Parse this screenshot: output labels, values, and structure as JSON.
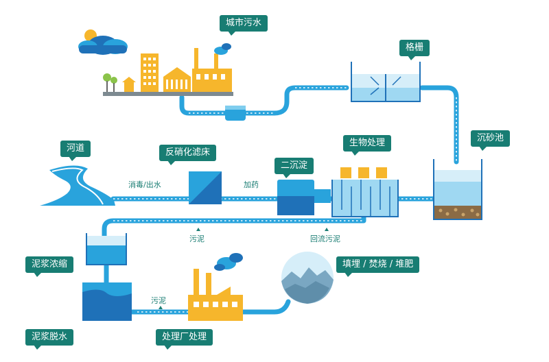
{
  "labels": {
    "city_sewage": "城市污水",
    "grating": "格栅",
    "grit_chamber": "沉砂池",
    "biological_treatment": "生物处理",
    "secondary_clarifier": "二沉淀",
    "denitrification_filter": "反硝化滤床",
    "river": "河道",
    "sludge_thickening": "泥浆浓缩",
    "sludge_dewatering": "泥浆脱水",
    "treatment_plant": "处理厂处理",
    "landfill_incineration_compost": "填埋 / 焚烧 / 堆肥"
  },
  "flow_labels": {
    "disinfect_discharge": "消毒/出水",
    "dosing": "加药",
    "sludge_top": "污泥",
    "return_sludge": "回流污泥",
    "sludge_bottom": "污泥"
  },
  "colors": {
    "pipe": "#29a3dc",
    "tag": "#187d73",
    "building": "#f6b62c",
    "water": "#2aa8e0",
    "dark_blue": "#1f71b8"
  }
}
